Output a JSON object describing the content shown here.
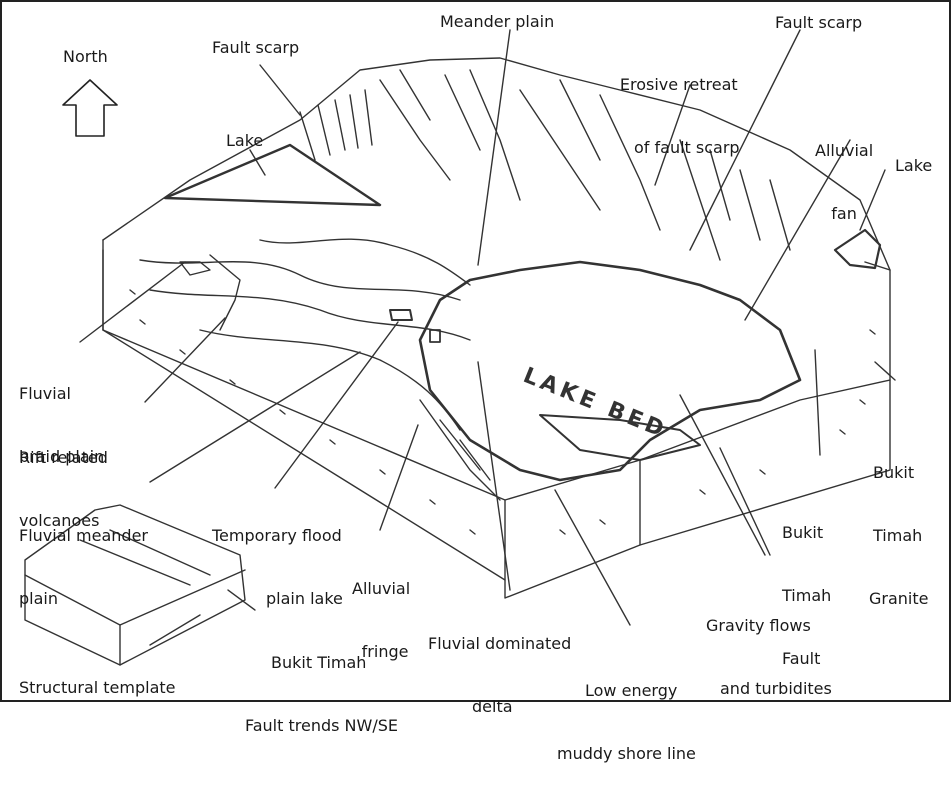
{
  "labels": {
    "north": "North",
    "fault_scarp_left": "Fault scarp",
    "meander_plain": "Meander plain",
    "erosive_retreat": [
      "Erosive retreat",
      "of fault scarp"
    ],
    "fault_scarp_right": "Fault scarp",
    "alluvial_fan": [
      "Alluvial",
      "fan"
    ],
    "lake_left": "Lake",
    "lake_right": "Lake",
    "fluvial_braid_plain": [
      "Fluvial",
      "braid plain"
    ],
    "rift_volcanoes": [
      "Rift related",
      "volcanoes"
    ],
    "fluvial_meander_plain": [
      "Fluvial meander",
      "plain"
    ],
    "temporary_flood_lake": [
      "Temporary flood",
      "plain lake"
    ],
    "alluvial_fringe": [
      "Alluvial",
      "fringe"
    ],
    "fluvial_delta": [
      "Fluvial dominated",
      "delta"
    ],
    "low_energy_shore": [
      "Low energy",
      "muddy shore line"
    ],
    "gravity_flows": [
      "Gravity flows",
      "and turbidites"
    ],
    "bukit_timah_fault": [
      "Bukit",
      "Timah",
      "Fault"
    ],
    "bukit_timah_granite": [
      "Bukit",
      "Timah",
      "Granite"
    ],
    "fault_trends": [
      "Bukit Timah",
      "Fault trends NW/SE"
    ],
    "structural_template": "Structural template",
    "lake_bed": "LAKE BED"
  },
  "icons": {
    "north_arrow": "up-arrow-icon"
  }
}
